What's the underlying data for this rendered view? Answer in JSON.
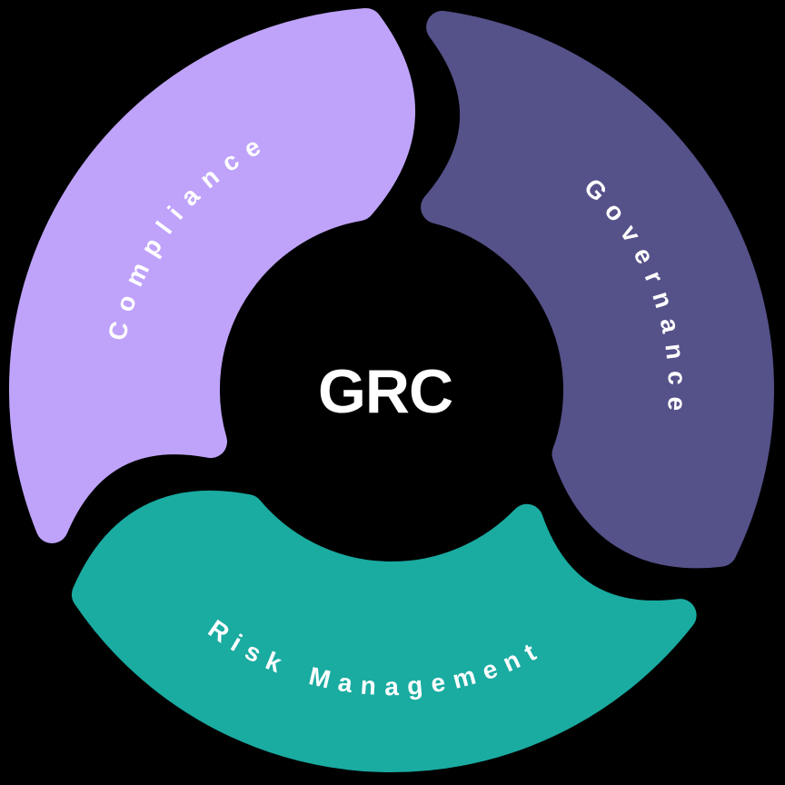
{
  "diagram": {
    "center_label": "GRC",
    "colors": {
      "background": "#000000",
      "label_text": "#ffffff",
      "center_text": "#ffffff"
    },
    "segments": [
      {
        "id": "governance",
        "label": "Governance",
        "color": "#555189",
        "from_deg": 2,
        "to_deg": 122,
        "label_angle_deg": 70,
        "label_radius": 305,
        "label_flipped": false
      },
      {
        "id": "risk-management",
        "label": "Risk Management",
        "color": "#1aaba1",
        "from_deg": 122,
        "to_deg": 242,
        "label_angle_deg": 183.5,
        "label_radius": 336,
        "label_flipped": true
      },
      {
        "id": "compliance",
        "label": "Compliance",
        "color": "#bfa3fa",
        "from_deg": 242,
        "to_deg": 362,
        "label_angle_deg": 307,
        "label_radius": 298,
        "label_flipped": false
      }
    ]
  }
}
